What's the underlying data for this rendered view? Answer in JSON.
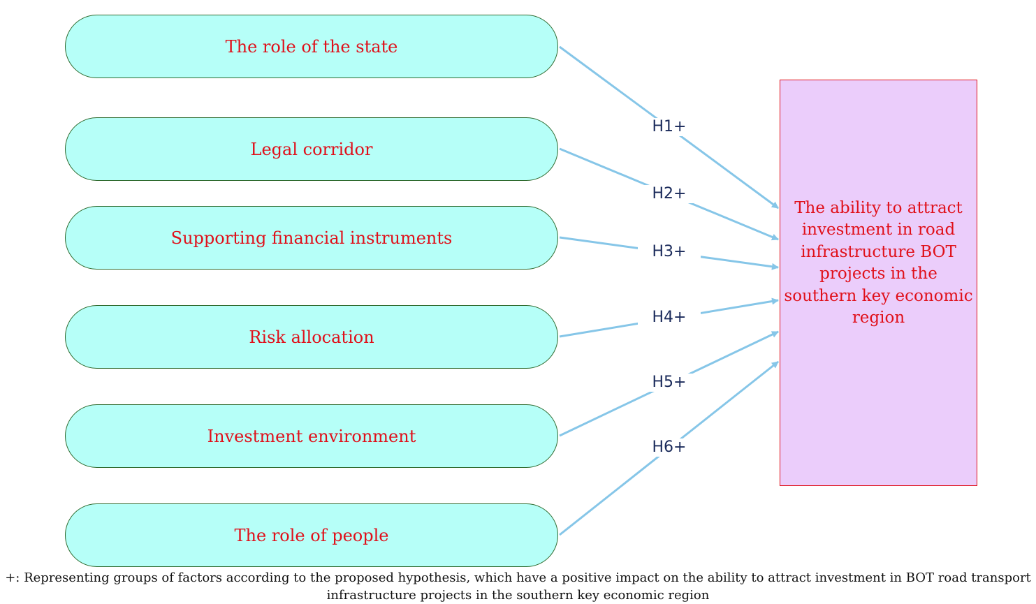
{
  "factors": [
    {
      "label": "The role of the state"
    },
    {
      "label": "Legal corridor"
    },
    {
      "label": "Supporting financial instruments"
    },
    {
      "label": "Risk allocation"
    },
    {
      "label": "Investment environment"
    },
    {
      "label": "The role of people"
    }
  ],
  "outcome": {
    "label": "The ability to attract investment in road infrastructure BOT projects in the southern key economic region"
  },
  "hypotheses": [
    {
      "label": "H1+"
    },
    {
      "label": "H2+"
    },
    {
      "label": "H3+"
    },
    {
      "label": "H4+"
    },
    {
      "label": "H5+"
    },
    {
      "label": "H6+"
    }
  ],
  "footnote": "+: Representing groups of factors according to the proposed hypothesis, which have a positive impact on the ability to attract investment in BOT road transport infrastructure projects in the southern key economic region",
  "colors": {
    "factor_fill": "#b6fff8",
    "factor_border": "#2f6b2f",
    "outcome_fill": "#ebcdfb",
    "outcome_border": "#e0101a",
    "text_red": "#e0101a",
    "arrow": "#86c6e8",
    "hypothesis_text": "#1a2a5a"
  }
}
